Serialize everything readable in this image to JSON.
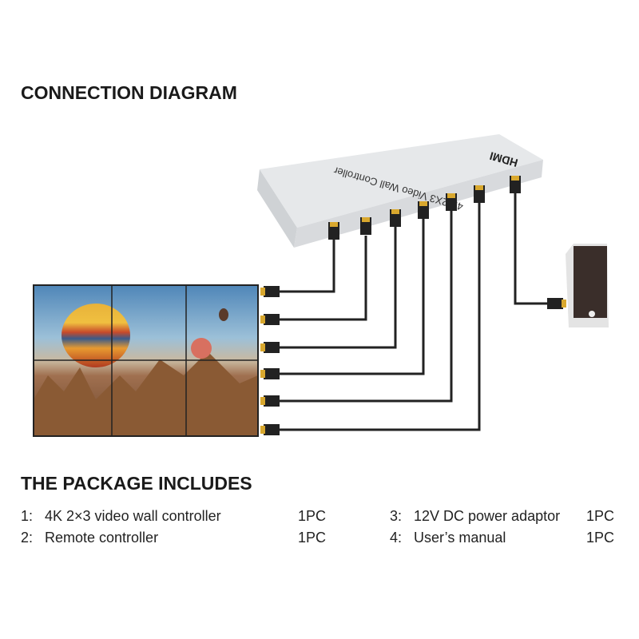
{
  "diagram": {
    "title": "CONNECTION DIAGRAM",
    "device": {
      "label": "4K 2X3 Video Wall Controller",
      "logo": "HDMI",
      "color": "#e4e6e8"
    },
    "video_wall": {
      "rows": 2,
      "cols": 3
    },
    "source": "computer-tower",
    "output_cables": 6,
    "input_cables": 1
  },
  "package": {
    "title": "THE PACKAGE INCLUDES",
    "items": [
      {
        "num": "1:",
        "name": "4K 2×3 video wall controller",
        "qty": "1PC"
      },
      {
        "num": "2:",
        "name": "Remote controller",
        "qty": "1PC"
      },
      {
        "num": "3:",
        "name": "12V DC power adaptor",
        "qty": "1PC"
      },
      {
        "num": "4:",
        "name": "User’s manual",
        "qty": "1PC"
      }
    ]
  }
}
